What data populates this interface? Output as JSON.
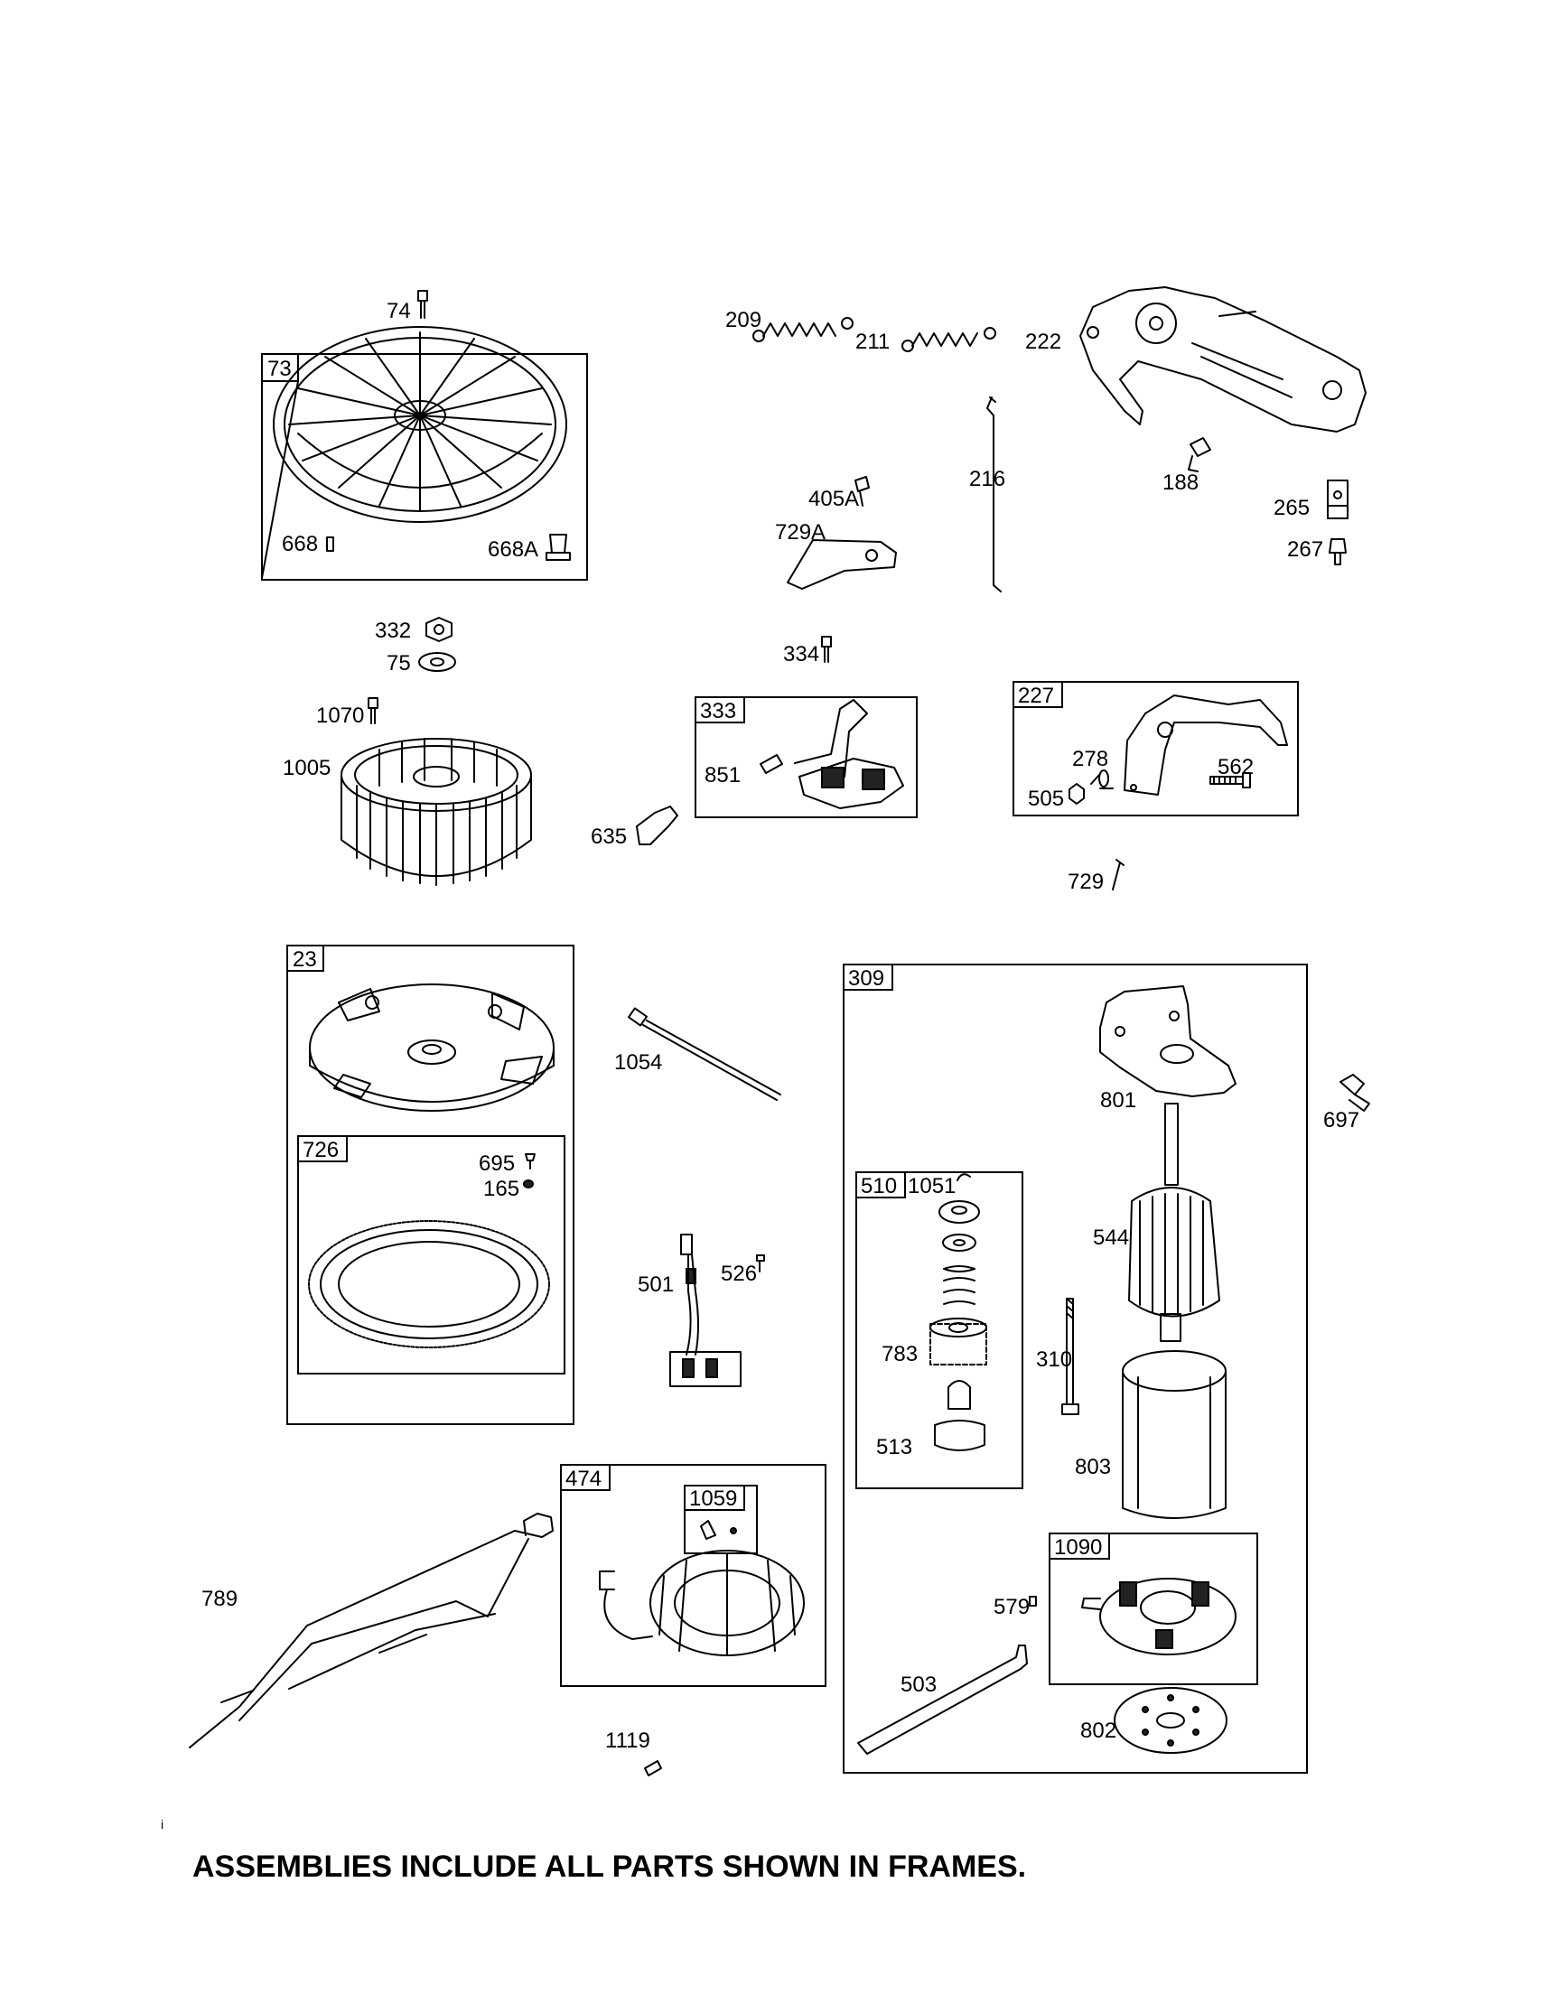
{
  "frames": {
    "f73": "73",
    "f333": "333",
    "f227": "227",
    "f23": "23",
    "f726": "726",
    "f309": "309",
    "f510": "510",
    "f474": "474",
    "f1059": "1059",
    "f1090": "1090"
  },
  "labels": {
    "p74": "74",
    "p668": "668",
    "p668A": "668A",
    "p332": "332",
    "p75": "75",
    "p1070": "1070",
    "p1005": "1005",
    "p209": "209",
    "p211": "211",
    "p222": "222",
    "p405A": "405A",
    "p729A": "729A",
    "p216": "216",
    "p188": "188",
    "p265": "265",
    "p267": "267",
    "p334": "334",
    "p851": "851",
    "p635": "635",
    "p278": "278",
    "p505": "505",
    "p562": "562",
    "p729": "729",
    "p695": "695",
    "p165": "165",
    "p1054": "1054",
    "p501": "501",
    "p526": "526",
    "p801": "801",
    "p697": "697",
    "p1051": "1051",
    "p544": "544",
    "p783": "783",
    "p310": "310",
    "p513": "513",
    "p803": "803",
    "p579": "579",
    "p503": "503",
    "p802": "802",
    "p789": "789",
    "p1119": "1119"
  },
  "footer": "ASSEMBLIES INCLUDE ALL PARTS SHOWN IN FRAMES.",
  "stray_mark": "i"
}
